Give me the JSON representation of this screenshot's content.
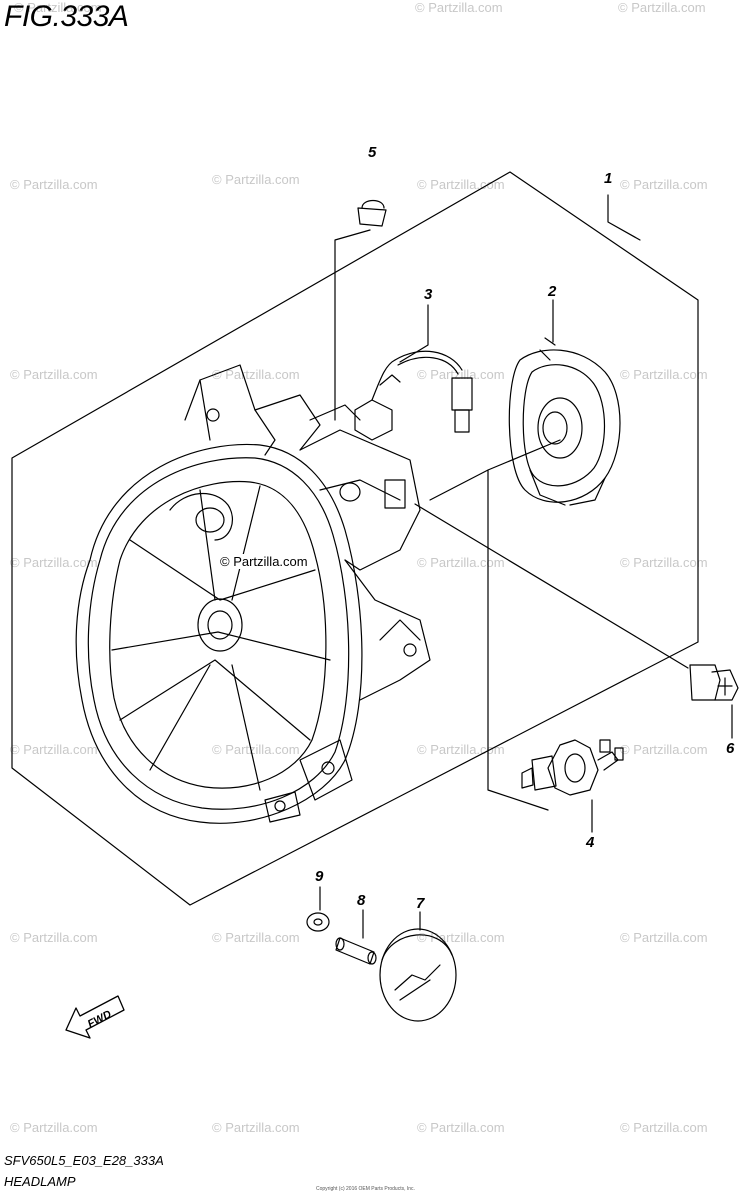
{
  "figure": {
    "title": "FIG.333A",
    "code": "SFV650L5_E03_E28_333A",
    "caption": "HEADLAMP",
    "footer_note": "Copyright (c) 2016 OEM Parts Products, Inc."
  },
  "callouts": [
    "1",
    "2",
    "3",
    "4",
    "5",
    "6",
    "7",
    "8",
    "9"
  ],
  "fwd_label": "FWD",
  "watermark": "© Partzilla.com",
  "colors": {
    "line": "#000000",
    "watermark": "#c8c8c8",
    "background": "#ffffff"
  }
}
